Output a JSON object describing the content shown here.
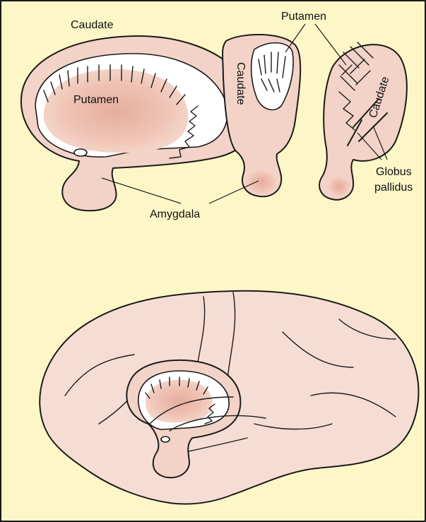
{
  "labels": {
    "caudate_top": "Caudate",
    "putamen_top": "Putamen",
    "putamen_body": "Putamen",
    "caudate_middle": "Caudate",
    "caudate_right": "Caudate",
    "amygdala": "Amygdala",
    "globus": "Globus",
    "pallidus": "pallidus"
  },
  "colors": {
    "background": "#fdf7c8",
    "tissue": "#f3d3c7",
    "tissue_shade": "#e8b3a3",
    "brain": "#f6ddd3",
    "outline": "#1a1a1a"
  }
}
